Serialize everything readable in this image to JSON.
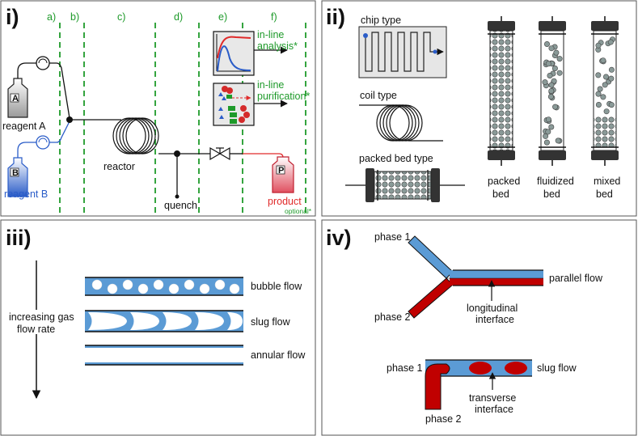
{
  "panel_i": {
    "label": "i)",
    "columns": [
      "a)",
      "b)",
      "c)",
      "d)",
      "e)",
      "f)"
    ],
    "reagent_a": "reagent A",
    "reagent_b": "reagent B",
    "bottle_a": "A",
    "bottle_b": "B",
    "bottle_p": "P",
    "reactor": "reactor",
    "quench": "quench",
    "analysis_line1": "in-line",
    "analysis_line2": "analysis*",
    "purification_line1": "in-line",
    "purification_line2": "purification*",
    "product": "product",
    "optional": "optional*"
  },
  "panel_ii": {
    "label": "ii)",
    "chip_type": "chip type",
    "coil_type": "coil type",
    "packed_bed_type": "packed bed type",
    "packed_bed": [
      "packed",
      "bed"
    ],
    "fluidized_bed": [
      "fluidized",
      "bed"
    ],
    "mixed_bed": [
      "mixed",
      "bed"
    ]
  },
  "panel_iii": {
    "label": "iii)",
    "increasing_line1": "increasing gas",
    "increasing_line2": "flow rate",
    "bubble_flow": "bubble flow",
    "slug_flow": "slug flow",
    "annular_flow": "annular flow"
  },
  "panel_iv": {
    "label": "iv)",
    "phase1_top": "phase 1",
    "phase2_top": "phase 2",
    "parallel_flow": "parallel flow",
    "longitudinal_line1": "longitudinal",
    "longitudinal_line2": "interface",
    "phase1_bottom": "phase 1",
    "phase2_bottom": "phase 2",
    "slug_flow": "slug flow",
    "transverse_line1": "transverse",
    "transverse_line2": "interface"
  },
  "colors": {
    "green_dash": "#1e9a2a",
    "blue": "#2a5cc8",
    "red": "#d42a2a",
    "light_blue": "#5b9bd5",
    "dark_red": "#c00000"
  }
}
